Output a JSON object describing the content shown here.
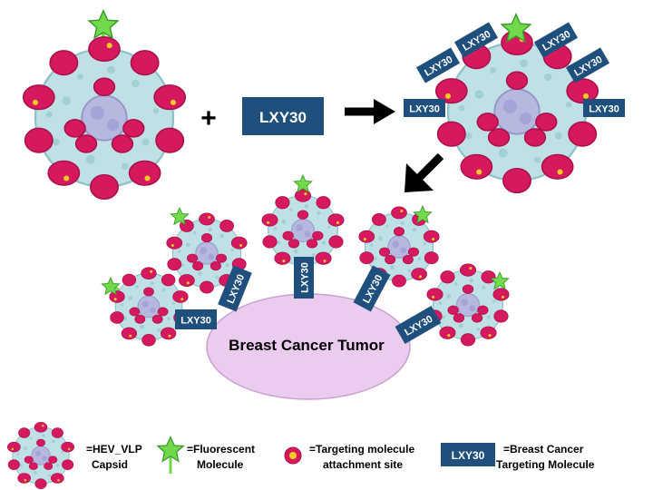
{
  "diagram": {
    "plus_symbol": "+",
    "ligand_label": "LXY30",
    "tumor_label": "Breast Cancer Tumor",
    "colors": {
      "capsid_shell": "#bfe0e4",
      "capsid_shell_edge": "#8cc2c8",
      "capsid_core": "#b7b8e0",
      "protrusion": "#d6195f",
      "protrusion_dark": "#a8104a",
      "attachment_site": "#f2cc1e",
      "fluor_star": "#72d94c",
      "fluor_star_edge": "#3a9a2a",
      "ligand_box": "#1e4f7d",
      "tumor_fill": "#ebcbee",
      "tumor_edge": "#c7a0cf",
      "arrow": "#000000"
    }
  },
  "legend": {
    "capsid_line1": "=HEV_VLP",
    "capsid_line2": "Capsid",
    "fluor_line1": "=Fluorescent",
    "fluor_line2": "Molecule",
    "site_line1": "=Targeting molecule",
    "site_line2": "attachment site",
    "ligand_box_label": "LXY30",
    "ligand_line1": "=Breast Cancer",
    "ligand_line2": "Targeting Molecule"
  }
}
